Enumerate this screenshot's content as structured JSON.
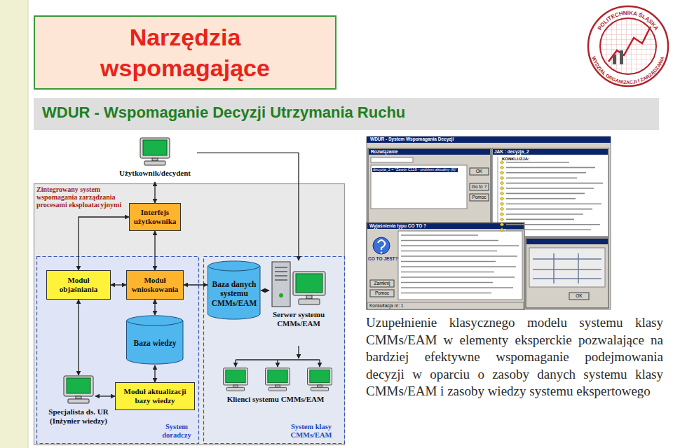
{
  "diagram": {
    "title": "Narzędzia wspomagające",
    "nodes": [
      {
        "text": [
          "Użytkownik/decydent"
        ]
      },
      {
        "text": [
          "Zintegrowany system wspomagania zarządzania procesami eksploatacyjnymi"
        ]
      },
      {
        "text": [
          "Interfejs użytkownika"
        ],
        "in": 1
      },
      {
        "text": [
          "System doradczy"
        ],
        "in": 1
      },
      {
        "text": [
          "Moduł objaśniania"
        ],
        "in": 3
      },
      {
        "text": [
          "Moduł wnioskowania"
        ],
        "in": 3
      },
      {
        "text": [
          "Baza wiedzy"
        ],
        "in": 3
      },
      {
        "text": [
          "Moduł aktualizacji bazy wiedzy"
        ],
        "in": 3
      },
      {
        "text": [
          "Specjalista ds. UR (Inżynier wiedzy)"
        ],
        "in": 3
      },
      {
        "text": [
          "System klasy CMMs/EAM"
        ],
        "in": 1
      },
      {
        "text": [
          "Baza danych systemu CMMs/EAM"
        ],
        "in": 9
      },
      {
        "text": [
          "Serwer systemu CMMs/EAM"
        ],
        "in": 9
      },
      {
        "text": [
          "Klienci systemu CMMs/EAM"
        ],
        "in": 9
      }
    ],
    "edges": [
      {
        "from": 0,
        "to": 2,
        "arrow": "both"
      },
      {
        "from": 0,
        "to": 11,
        "arrow": "to"
      },
      {
        "from": 2,
        "to": 5,
        "arrow": "both"
      },
      {
        "from": 2,
        "to": 4,
        "arrow": "both"
      },
      {
        "from": 4,
        "to": 5,
        "arrow": "both"
      },
      {
        "from": 5,
        "to": 6,
        "arrow": "both"
      },
      {
        "from": 6,
        "to": 7,
        "arrow": "both"
      },
      {
        "from": 7,
        "to": 8,
        "arrow": "both"
      },
      {
        "from": 8,
        "to": 4,
        "arrow": "both"
      },
      {
        "from": 5,
        "to": 10,
        "arrow": "both"
      },
      {
        "from": 10,
        "to": 11,
        "arrow": "both"
      },
      {
        "from": 11,
        "to": 12,
        "arrow": "to"
      }
    ],
    "labels": [
      "WDUR - Wspomaganie Decyzji Utrzymania Ruchu",
      "Uzupełnienie klasycznego modelu systemu klasy CMMs/EAM w elementy eksperckie pozwalające na bardziej efektywne wspomaganie podejmowania decyzji w oparciu o zasoby danych systemu klasy CMMs/EAM i zasoby wiedzy systemu ekspertowego",
      "POLITECHNIKA ŚLĄSKA",
      "WYDZIAŁ ORGANIZACJI I ZARZĄDZANIA",
      "WDUR - System Wspomagania Decyzji",
      "Rozwiązanie",
      "decyzja_2 = \"Zawór C119 - problem aktualny (6)\"",
      "OK",
      "Go to ?",
      "Pomoc",
      "JAK : decyzja_2",
      "KONKLUZJA:",
      "Wyjaśnienia typu CO TO ?",
      "CO TO JEST?",
      "Zamknij",
      "Pomoc",
      "Konsultacja nr: 1",
      "OK"
    ]
  }
}
